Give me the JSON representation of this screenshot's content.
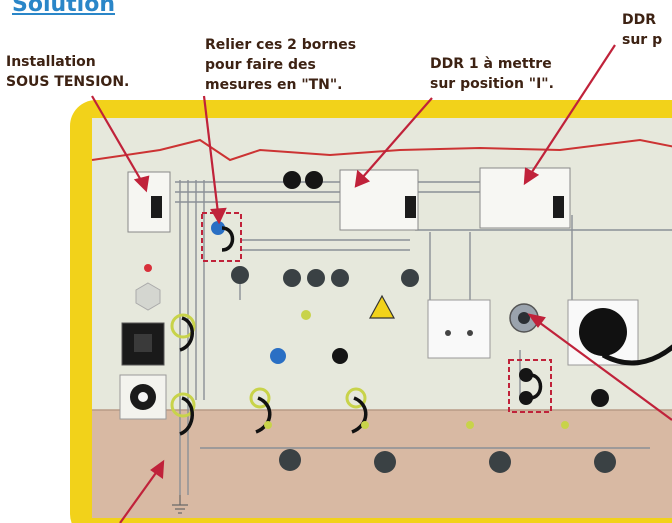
{
  "heading": "Solution",
  "annotations": {
    "installation": [
      "Installation",
      "SOUS TENSION."
    ],
    "relier": [
      "Relier ces 2 bornes",
      "pour faire des",
      "mesures en \"TN\"."
    ],
    "ddr1": [
      "DDR 1 à mettre",
      "sur position \"I\"."
    ],
    "ddr2": [
      "DDR",
      "sur p"
    ]
  },
  "colors": {
    "frame": "#f2d21a",
    "panel": "#e6e8dc",
    "lower_panel": "#d8b9a3",
    "arrow": "#c0223a",
    "text": "#3d2213",
    "title": "#2a86c8"
  }
}
